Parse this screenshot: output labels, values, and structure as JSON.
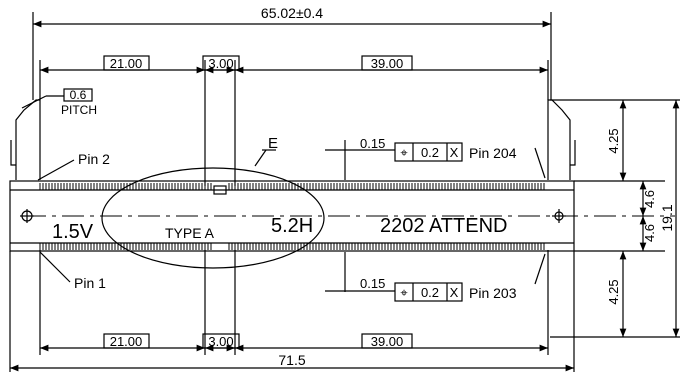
{
  "dimensions": {
    "overall_top": "65.02±0.4",
    "top_left": "21.00",
    "top_mid": "3.00",
    "top_right": "39.00",
    "bottom_left": "21.00",
    "bottom_mid": "3.00",
    "bottom_right": "39.00",
    "overall_bottom": "71.5",
    "pitch_value": "0.6",
    "pitch_label": "PITCH",
    "right_top": "4.25",
    "right_upper_half": "4.6",
    "right_lower_half": "4.6",
    "right_bottom": "4.25",
    "right_total": "19.1"
  },
  "labels": {
    "pin2": "Pin 2",
    "pin1": "Pin 1",
    "pin204": "Pin 204",
    "pin203": "Pin 203",
    "detail": "E",
    "voltage": "1.5V",
    "type": "TYPE A",
    "height": "5.2H",
    "part_number": "2202 ATTEND"
  },
  "tolerance_top": {
    "value": "0.15",
    "symbol": "⌖",
    "tol": "0.2",
    "datum": "X"
  },
  "tolerance_bottom": {
    "value": "0.15",
    "symbol": "⌖",
    "tol": "0.2",
    "datum": "X"
  }
}
